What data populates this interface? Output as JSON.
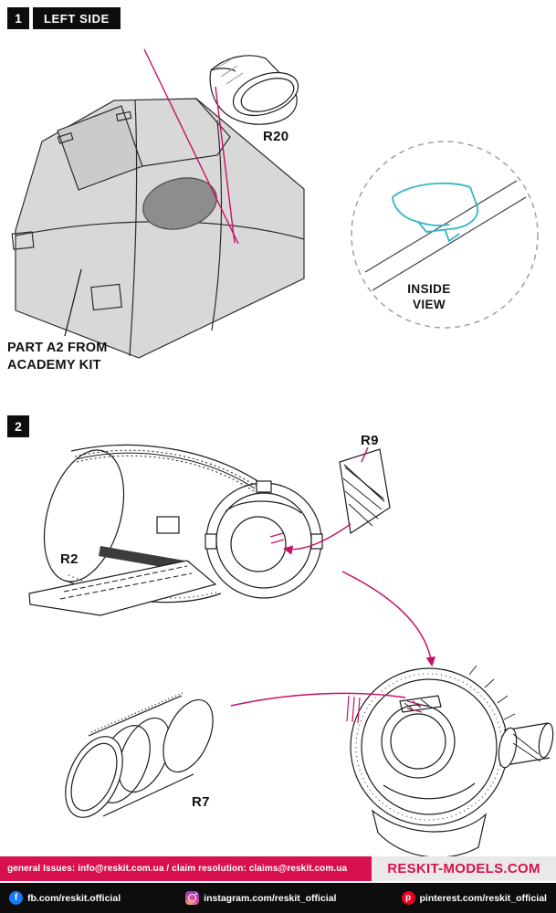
{
  "colors": {
    "accent_magenta": "#c81069",
    "bar_red": "#d8114e",
    "inset_cyan": "#35b5c8",
    "bar_black": "#0d0d0d",
    "fuselage_gray": "#d8d8d8",
    "hole_gray": "#8d8d8d"
  },
  "step1": {
    "number": "1",
    "title": "LEFT SIDE",
    "part_label": "R20",
    "note_line1": "PART A2 FROM",
    "note_line2": "ACADEMY KIT",
    "inset_line1": "INSIDE",
    "inset_line2": "VIEW"
  },
  "step2": {
    "number": "2",
    "labels": {
      "r9": "R9",
      "r2": "R2",
      "r7": "R7"
    }
  },
  "footer": {
    "contact": "general Issues: info@reskit.com.ua / claim resolution: claims@reskit.com.ua",
    "website": "RESKIT-MODELS.COM",
    "social": [
      {
        "icon": "facebook-icon",
        "glyph": "f",
        "handle": "fb.com/reskit.official"
      },
      {
        "icon": "instagram-icon",
        "glyph": "",
        "handle": "instagram.com/reskit_official"
      },
      {
        "icon": "pinterest-icon",
        "glyph": "p",
        "handle": "pinterest.com/reskit_official"
      }
    ]
  }
}
